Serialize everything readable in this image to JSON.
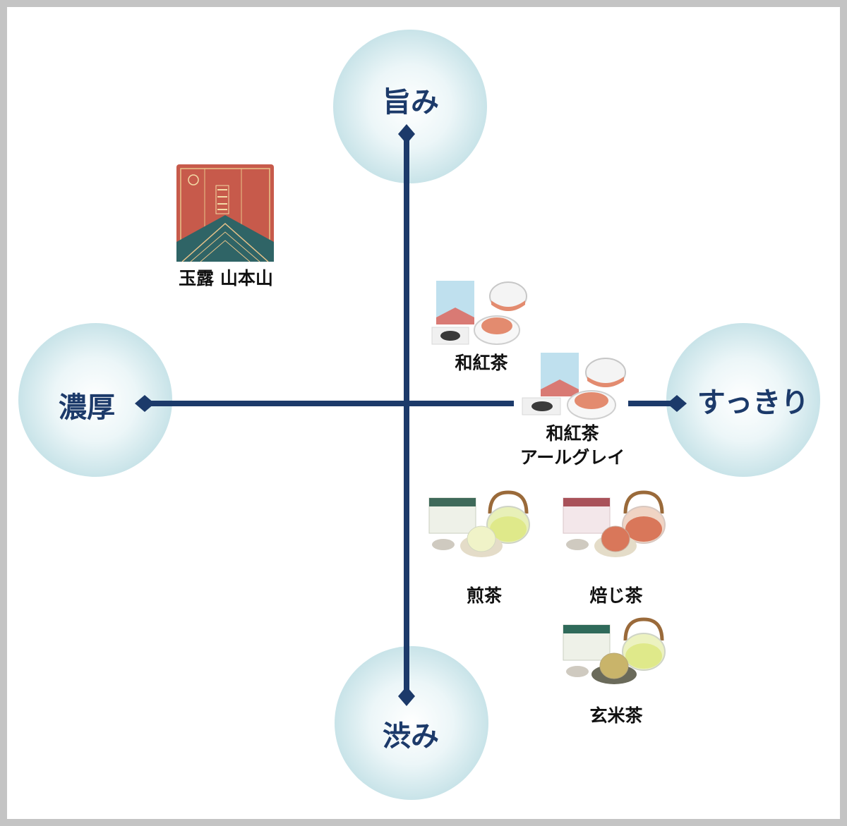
{
  "axes": {
    "top": "旨み",
    "bottom": "渋み",
    "left": "濃厚",
    "right": "すっきり"
  },
  "products": {
    "gyokuro": "玉露 山本山",
    "wakocha": "和紅茶",
    "wakocha_earlgrey_line1": "和紅茶",
    "wakocha_earlgrey_line2": "アールグレイ",
    "sencha": "煎茶",
    "hojicha": "焙じ茶",
    "genmaicha": "玄米茶"
  },
  "colors": {
    "axis": "#1c3a6a",
    "halo": "#bcdde3",
    "gyokuro_box": "#c75a4b",
    "wakocha_box": "#bfe0ee",
    "sencha_box": "#eef1e8",
    "hojicha_box": "#f3e7ea",
    "tea_green": "#dfe98a",
    "tea_red": "#d9775a"
  }
}
